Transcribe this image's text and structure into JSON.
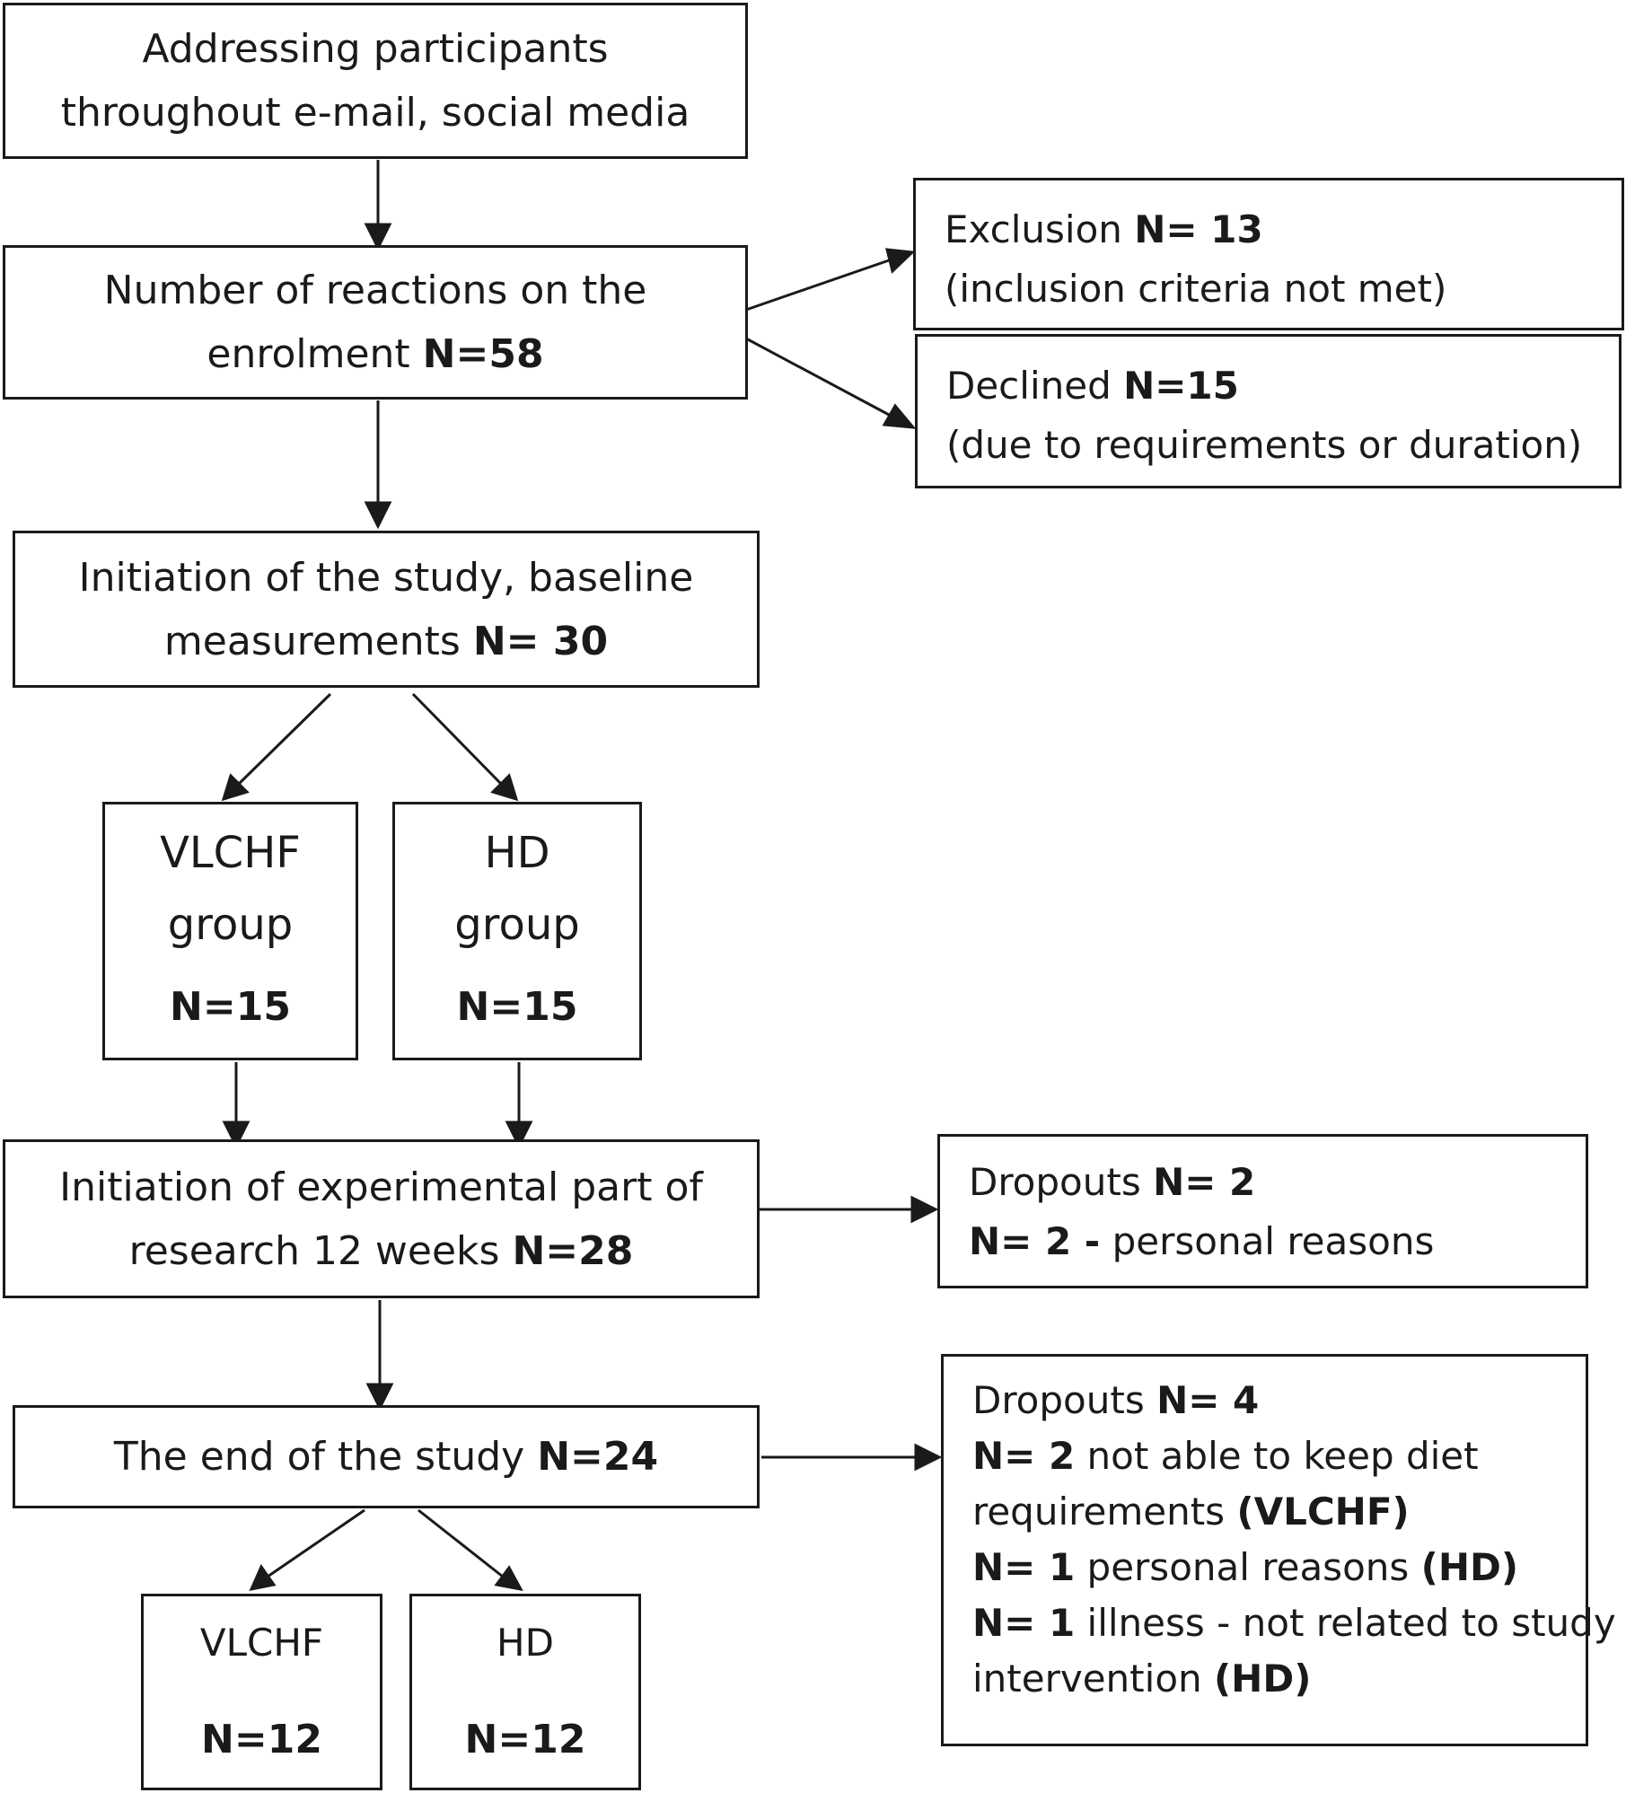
{
  "diagram": {
    "addressing": {
      "line1": "Addressing participants",
      "line2": "throughout e-mail, social media"
    },
    "reactions": {
      "line1": "Number of reactions on the",
      "line2_text": "enrolment ",
      "line2_n": "N=58"
    },
    "exclusion": {
      "label": "Exclusion ",
      "n": "N= 13",
      "reason": "(inclusion criteria not met)"
    },
    "declined": {
      "label": "Declined ",
      "n": "N=15",
      "reason": "(due to requirements or duration)"
    },
    "initiation": {
      "line1": "Initiation of the study, baseline",
      "line2_text": "measurements ",
      "line2_n": "N= 30"
    },
    "vlchf_group": {
      "line1": "VLCHF",
      "line2": "group",
      "n": "N=15"
    },
    "hd_group": {
      "line1": "HD",
      "line2": "group",
      "n": "N=15"
    },
    "experimental": {
      "line1": "Initiation of experimental part of",
      "line2_text": "research 12 weeks ",
      "line2_n": "N=28"
    },
    "dropouts1": {
      "label": "Dropouts ",
      "n": "N= 2",
      "item_n": "N= 2 -",
      "item_text": " personal reasons"
    },
    "end": {
      "text": "The end of the study ",
      "n": "N=24"
    },
    "dropouts2": {
      "label": "Dropouts ",
      "n": "N= 4",
      "item1_n": "N= 2",
      "item1_text": " not able to keep diet",
      "item1_text2": "requirements ",
      "item1_group": "(VLCHF)",
      "item2_n": "N= 1",
      "item2_text": " personal reasons ",
      "item2_group": "(HD)",
      "item3_n_prefix": "N= ",
      "item3_n": "1",
      "item3_text": " illness - not related to study",
      "item3_text2": "intervention ",
      "item3_group": "(HD)"
    },
    "vlchf_final": {
      "label": "VLCHF",
      "n": "N=12"
    },
    "hd_final": {
      "label": "HD",
      "n": "N=12"
    }
  }
}
